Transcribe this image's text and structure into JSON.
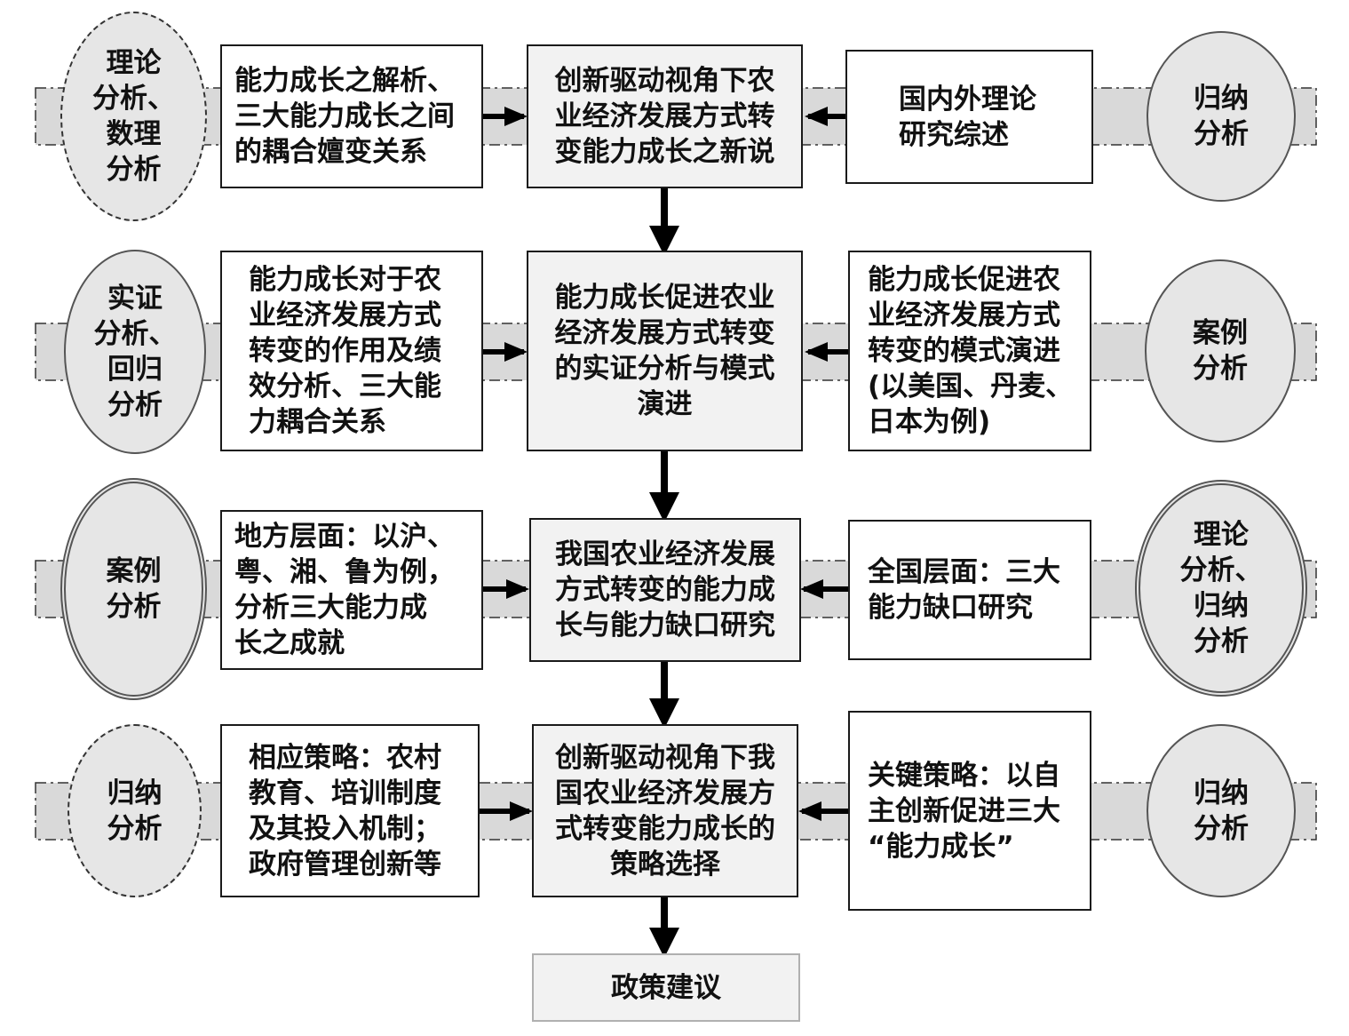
{
  "rows": [
    {
      "left_method": "理论\n分析、\n数理\n分析",
      "left_box": "能力成长之解析、\n三大能力成长之间\n的耦合嬗变关系",
      "center_box": "创新驱动视角下农\n业经济发展方式转\n变能力成长之新说",
      "right_box": "国内外理论\n研究综述",
      "right_method": "归纳\n分析"
    },
    {
      "left_method": "实证\n分析、\n回归\n分析",
      "left_box": "能力成长对于农\n业经济发展方式\n转变的作用及绩\n效分析、三大能\n力耦合关系",
      "center_box": "能力成长促进农业\n经济发展方式转变\n的实证分析与模式\n演进",
      "right_box": "能力成长促进农\n业经济发展方式\n转变的模式演进\n(以美国、丹麦、\n日本为例)",
      "right_method": "案例\n分析"
    },
    {
      "left_method": "案例\n分析",
      "left_box": "地方层面：以沪、\n粤、湘、鲁为例，\n分析三大能力成\n长之成就",
      "center_box": "我国农业经济发展\n方式转变的能力成\n长与能力缺口研究",
      "right_box": "全国层面：三大\n能力缺口研究",
      "right_method": "理论\n分析、\n归纳\n分析"
    },
    {
      "left_method": "归纳\n分析",
      "left_box": "相应策略：农村\n教育、培训制度\n及其投入机制；\n政府管理创新等",
      "center_box": "创新驱动视角下我\n国农业经济发展方\n式转变能力成长的\n策略选择",
      "right_box": "关键策略：以自\n主创新促进三大\n“能力成长”",
      "right_method": "归纳\n分析"
    }
  ],
  "final_box": "政策建议",
  "colors": {
    "band_fill": "#d9d9d9",
    "oval_fill": "#e6e6e6",
    "center_fill": "#f2f2f2",
    "arrow": "#000000"
  }
}
